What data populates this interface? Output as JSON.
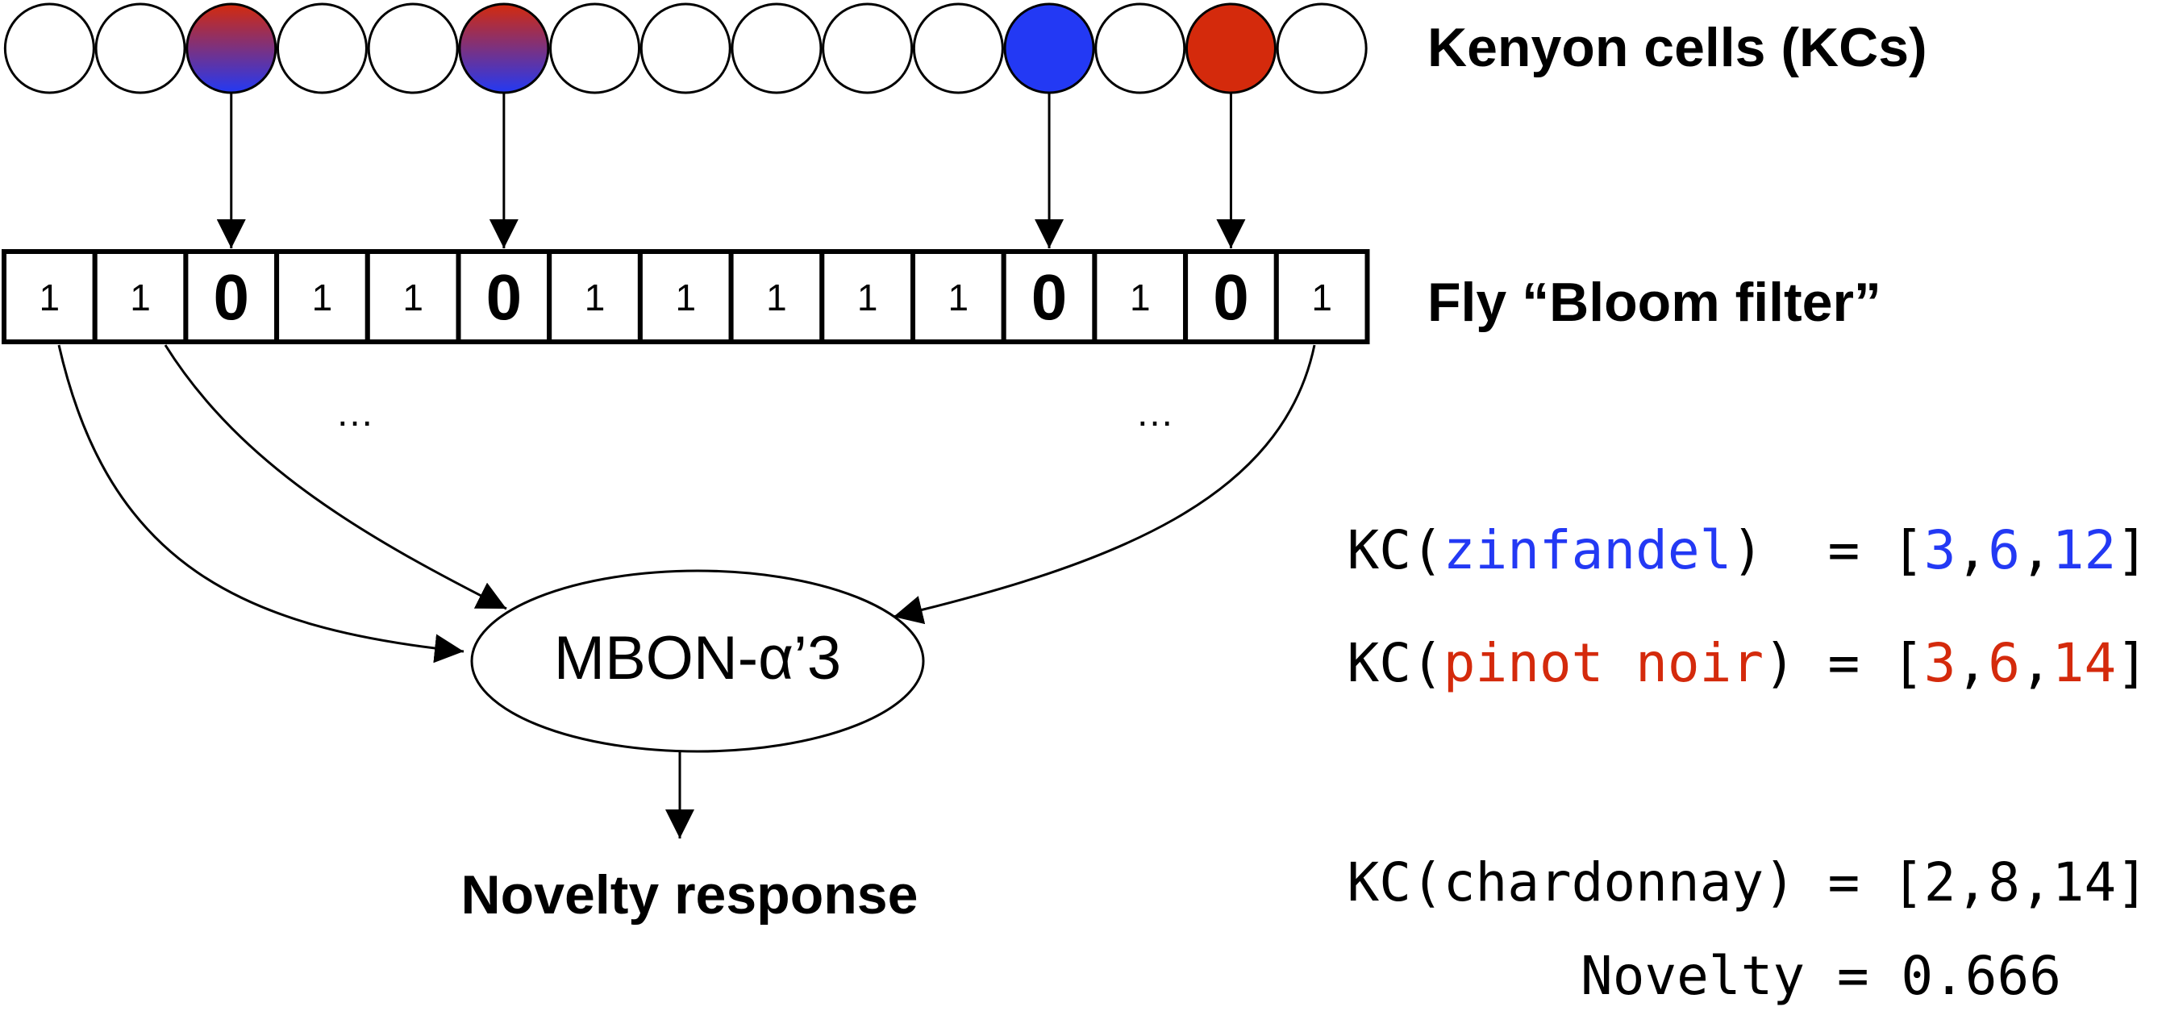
{
  "kenyon_label": "Kenyon cells (KCs)",
  "bloom_label": "Fly “Bloom filter”",
  "kc_cells": [
    {
      "state": "off"
    },
    {
      "state": "off"
    },
    {
      "state": "both"
    },
    {
      "state": "off"
    },
    {
      "state": "off"
    },
    {
      "state": "both"
    },
    {
      "state": "off"
    },
    {
      "state": "off"
    },
    {
      "state": "off"
    },
    {
      "state": "off"
    },
    {
      "state": "off"
    },
    {
      "state": "blue"
    },
    {
      "state": "off"
    },
    {
      "state": "red"
    },
    {
      "state": "off"
    }
  ],
  "bloom_values": [
    "1",
    "1",
    "0",
    "1",
    "1",
    "0",
    "1",
    "1",
    "1",
    "1",
    "1",
    "0",
    "1",
    "0",
    "1"
  ],
  "ellipsis": "…",
  "mbon_label": "MBON-α’3",
  "novelty_response_label": "Novelty response",
  "colors": {
    "blue": "#2339f4",
    "red": "#d42a0c",
    "black": "#000000"
  },
  "kc_lines": [
    {
      "prefix": "KC(",
      "name": "zinfandel",
      "name_color": "blue",
      "suffix": ")  = [",
      "values": [
        "3",
        "6",
        "12"
      ],
      "values_color": "blue",
      "end": "]"
    },
    {
      "prefix": "KC(",
      "name": "pinot noir",
      "name_color": "red",
      "suffix": ") = [",
      "values": [
        "3",
        "6",
        "14"
      ],
      "values_color": "red",
      "end": "]"
    },
    {
      "prefix": "KC(",
      "name": "chardonnay",
      "name_color": "black",
      "suffix": ") = [",
      "values": [
        "2",
        "8",
        "14"
      ],
      "values_color": "black",
      "end": "]"
    }
  ],
  "novelty_line": "Novelty = 0.666"
}
